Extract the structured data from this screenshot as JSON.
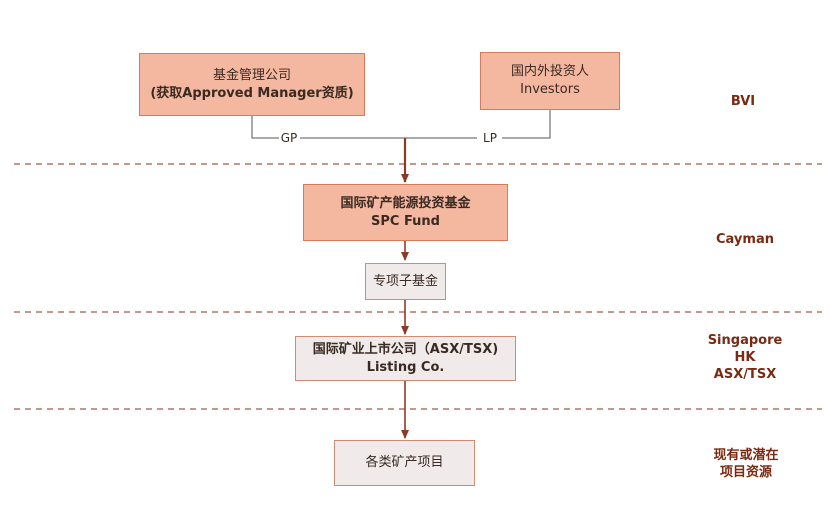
{
  "colors": {
    "box_fill": "#f4b7a0",
    "box_border": "#d9785a",
    "line": "#8b3a2a",
    "region_text": "#7a2a12",
    "grey_fill": "#f0ebea"
  },
  "nodes": {
    "fund_manager": {
      "line1": "基金管理公司",
      "line2": "(获取Approved Manager资质)"
    },
    "investors": {
      "line1": "国内外投资人",
      "line2": "Investors"
    },
    "spc_fund": {
      "line1": "国际矿产能源投资基金",
      "line2": "SPC Fund"
    },
    "special_fund": {
      "label": "专项子基金"
    },
    "listing_co": {
      "line1": "国际矿业上市公司（ASX/TSX)",
      "line2": "Listing Co."
    },
    "projects": {
      "label": "各类矿产项目"
    }
  },
  "edges": {
    "gp_label": "GP",
    "lp_label": "LP"
  },
  "regions": {
    "bvi": [
      "BVI"
    ],
    "cayman": [
      "Cayman"
    ],
    "singapore": [
      "Singapore",
      "HK",
      "ASX/TSX"
    ],
    "resources": [
      "现有或潜在",
      "项目资源"
    ]
  }
}
